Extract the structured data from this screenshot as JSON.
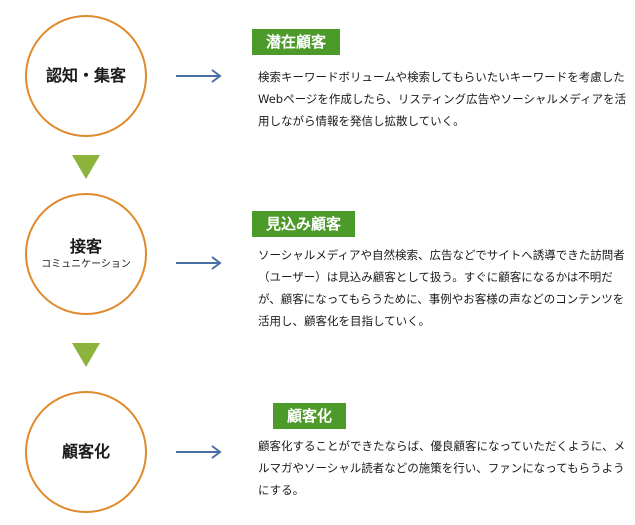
{
  "stages": [
    {
      "circle_label": "認知・集客",
      "circle_sublabel": "",
      "badge": "潜在顧客",
      "description": "検索キーワードボリュームや検索してもらいたいキーワードを考慮したWebページを作成したら、リスティング広告やソーシャルメディアを活用しながら情報を発信し拡散していく。"
    },
    {
      "circle_label": "接客",
      "circle_sublabel": "コミュニケーション",
      "badge": "見込み顧客",
      "description": "ソーシャルメディアや自然検索、広告などでサイトへ誘導できた訪問者（ユーザー）は見込み顧客として扱う。すぐに顧客になるかは不明だが、顧客になってもらうために、事例やお客様の声などのコンテンツを活用し、顧客化を目指していく。"
    },
    {
      "circle_label": "顧客化",
      "circle_sublabel": "",
      "badge": "顧客化",
      "description": "顧客化することができたならば、優良顧客になっていただくように、メルマガやソーシャル読者などの施策を行い、ファンになってもらうようにする。"
    }
  ],
  "colors": {
    "circle_border": "#e08a2c",
    "badge_bg": "#4c9a2a",
    "down_arrow": "#8cb43c",
    "right_arrow": "#4a6fa5"
  }
}
